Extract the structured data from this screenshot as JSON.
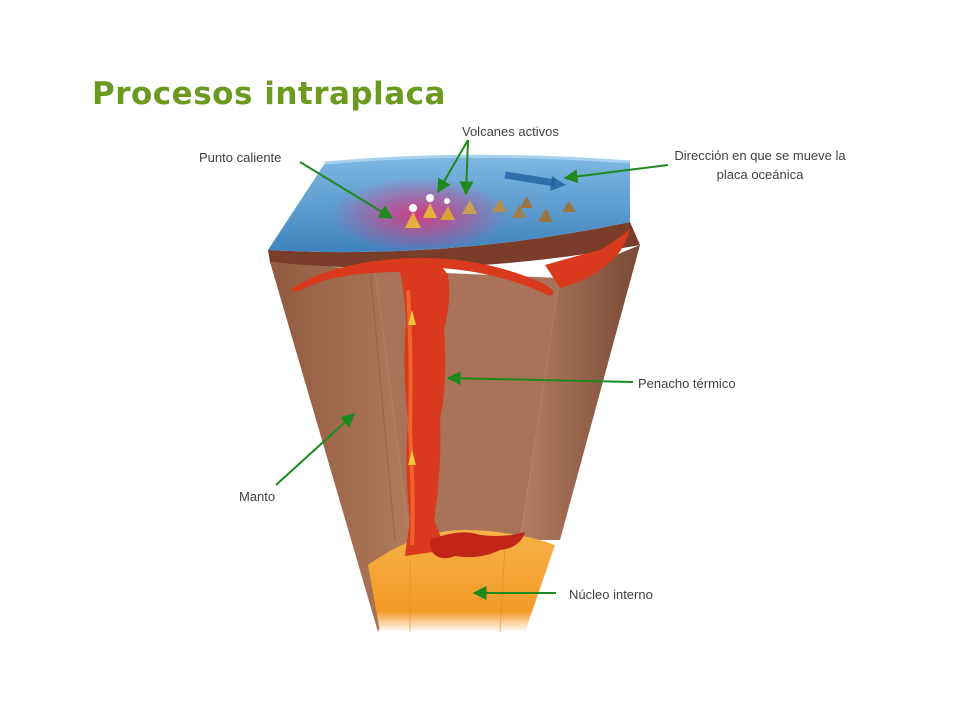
{
  "title": "Procesos intraplaca",
  "labels": {
    "volcanes": "Volcanes activos",
    "punto": "Punto caliente",
    "direccion_line1": "Dirección en que se mueve la",
    "direccion_line2": "placa oceánica",
    "penacho": "Penacho térmico",
    "manto": "Manto",
    "nucleo": "Núcleo interno"
  },
  "colors": {
    "title": "#6a9a1f",
    "arrow": "#1e8a1e",
    "ocean": "#4f93c8",
    "mantle": "#9a6245",
    "magma": "#d93a1e",
    "core": "#f4a12f"
  }
}
